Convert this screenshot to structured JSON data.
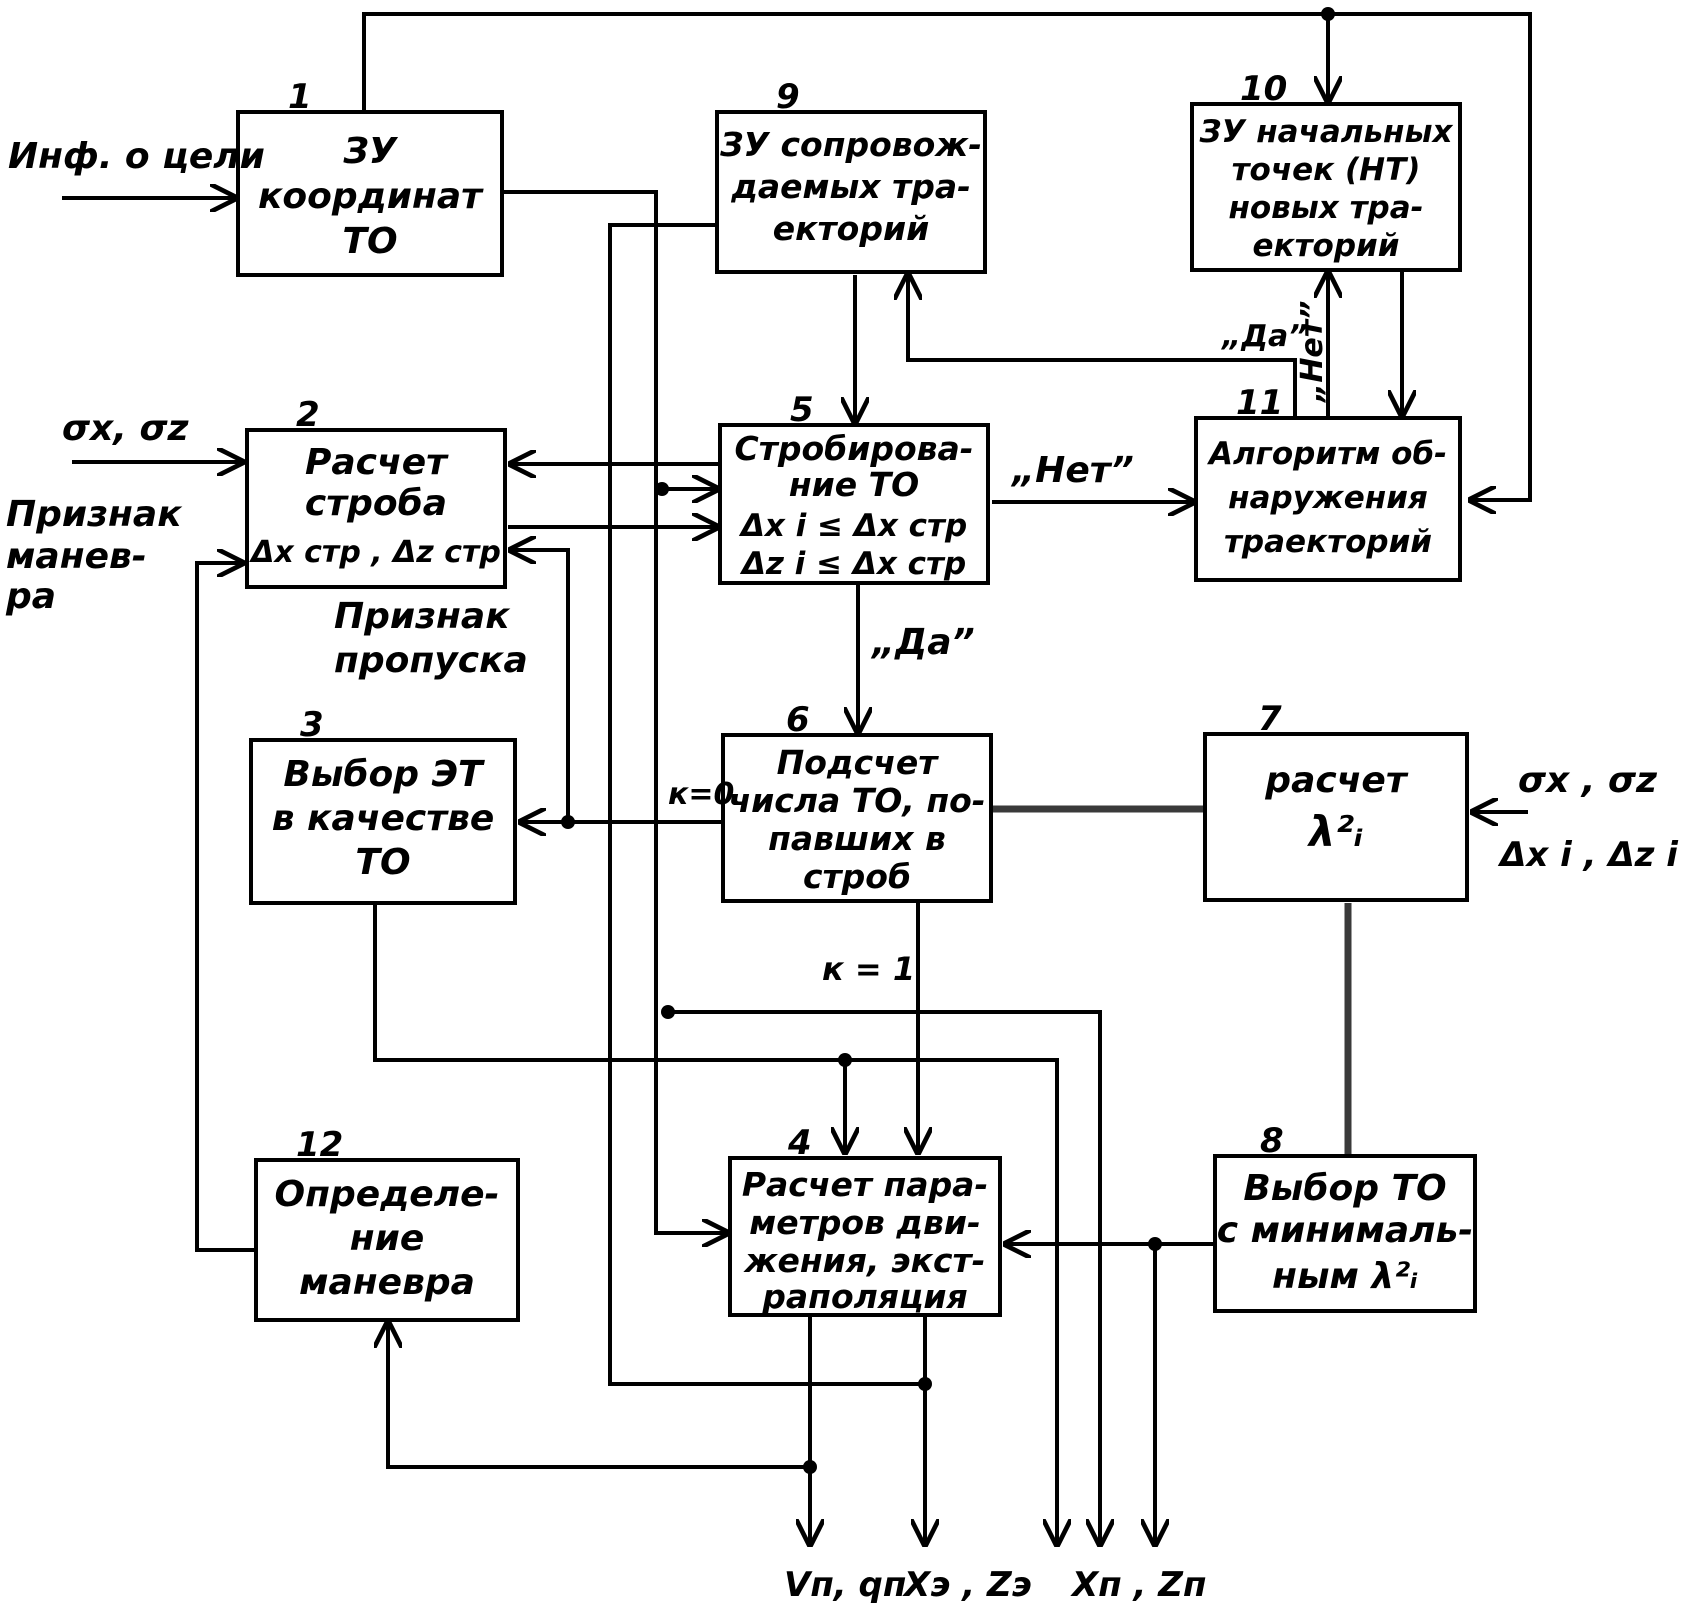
{
  "blocks": [
    {
      "id": 1,
      "number": "1",
      "lines": [
        "ЗУ",
        "координат",
        "ТО"
      ]
    },
    {
      "id": 2,
      "number": "2",
      "lines": [
        "Расчет",
        "строба",
        "Δx стр , Δz стр"
      ]
    },
    {
      "id": 3,
      "number": "3",
      "lines": [
        "Выбор ЭТ",
        "в качестве",
        "ТО"
      ]
    },
    {
      "id": 4,
      "number": "4",
      "lines": [
        "Расчет пара-",
        "метров дви-",
        "жения, экст-",
        "раполяция"
      ]
    },
    {
      "id": 5,
      "number": "5",
      "lines": [
        "Стробирова-",
        "ние ТО",
        "Δx i ≤ Δx стр",
        "Δz i ≤ Δx стр"
      ]
    },
    {
      "id": 6,
      "number": "6",
      "lines": [
        "Подсчет",
        "числа ТО, по-",
        "павших в",
        "строб"
      ]
    },
    {
      "id": 7,
      "number": "7",
      "lines": [
        "расчет",
        "λ²ᵢ"
      ]
    },
    {
      "id": 8,
      "number": "8",
      "lines": [
        "Выбор ТО",
        "с минималь-",
        "ным λ²ᵢ"
      ]
    },
    {
      "id": 9,
      "number": "9",
      "lines": [
        "ЗУ сопровож-",
        "даемых тра-",
        "екторий"
      ]
    },
    {
      "id": 10,
      "number": "10",
      "lines": [
        "ЗУ начальных",
        "точек (НТ)",
        "новых тра-",
        "екторий"
      ]
    },
    {
      "id": 11,
      "number": "11",
      "lines": [
        "Алгоритм об-",
        "наружения",
        "траекторий"
      ]
    },
    {
      "id": 12,
      "number": "12",
      "lines": [
        "Определе-",
        "ние",
        "маневра"
      ]
    }
  ],
  "labels": {
    "target_info": "Инф. о цели",
    "sigma_left": "σx, σz",
    "maneuver_sign": [
      "Признак",
      "манев-",
      "ра"
    ],
    "skip_sign": [
      "Признак",
      "пропуска"
    ],
    "no_5_11": "„Нет”",
    "yes_5_6": "„Да”",
    "yes_11": "„Да”",
    "no_11": "„Нет”",
    "k0": "к=0",
    "k1": "к = 1",
    "sigma_right": "σx , σz",
    "delta_right": "Δx i , Δz i",
    "out_v": "Vп, qп",
    "out_xe": "Xэ , Zэ",
    "out_xn": "Xп , Zп"
  }
}
